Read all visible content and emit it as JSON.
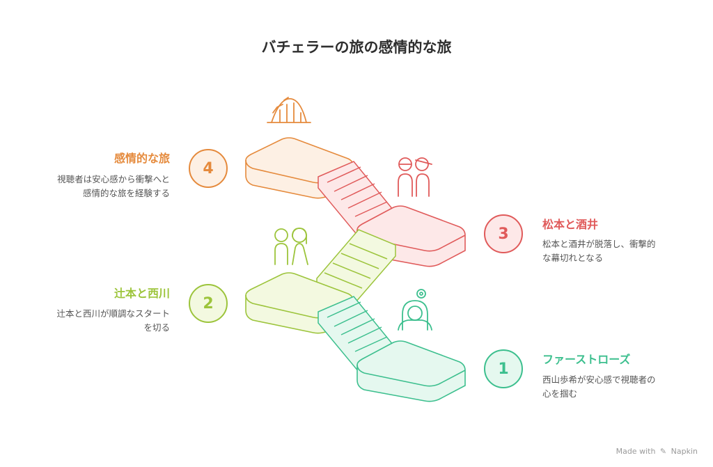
{
  "title": "バチェラーの旅の感情的な旅",
  "stages": [
    {
      "number": "1",
      "title": "ファーストローズ",
      "description": "西山歩希が安心感で視聴者の心を掴む",
      "color": "#3cbf8e",
      "fill": "#e5f8ef",
      "icon": "woman-flower-icon"
    },
    {
      "number": "2",
      "title": "辻本と西川",
      "description": "辻本と西川が順調なスタートを切る",
      "color": "#9cc43b",
      "fill": "#f3f9e0",
      "icon": "couple-icon"
    },
    {
      "number": "3",
      "title": "松本と酒井",
      "description": "松本と酒井が脱落し、衝撃的な幕切れとなる",
      "color": "#e05a5a",
      "fill": "#fde8e8",
      "icon": "sad-couple-icon"
    },
    {
      "number": "4",
      "title": "感情的な旅",
      "description": "視聴者は安心感から衝撃へと感情的な旅を経験する",
      "color": "#e58a3c",
      "fill": "#fdf0e4",
      "icon": "rollercoaster-icon"
    }
  ],
  "credit": {
    "prefix": "Made with",
    "brand": "Napkin",
    "icon": "napkin-icon"
  }
}
